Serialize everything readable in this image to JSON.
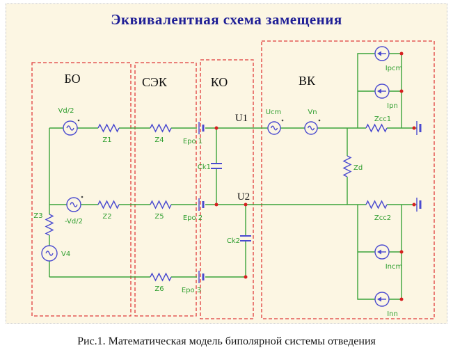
{
  "figure": {
    "title": "Эквивалентная схема замещения",
    "caption": "Рис.1. Математическая модель биполярной системы отведения"
  },
  "blocks": {
    "bo": "БО",
    "sek": "СЭК",
    "ko": "КО",
    "vk": "ВК"
  },
  "nodes": {
    "u1": "U1",
    "u2": "U2"
  },
  "components": {
    "vd2": "Vd/2",
    "neg_vd2": "-Vd/2",
    "v4": "V4",
    "z1": "Z1",
    "z2": "Z2",
    "z3": "Z3",
    "z4": "Z4",
    "z5": "Z5",
    "z6": "Z6",
    "epo1": "Epo 1",
    "epo2": "Epo 2",
    "epo3": "Epo 3",
    "ck1": "Ck1",
    "ck2": "Ck2",
    "ucm": "Ucm",
    "vn": "Vn",
    "zcc1": "Zcc1",
    "zcc2": "Zcc2",
    "zd": "Zd",
    "ipcm": "Ipcm",
    "ipn": "Ipn",
    "incm": "Incm",
    "inn": "Inn"
  },
  "colors": {
    "background": "#fcf6e3",
    "wire_green": "#3aa33a",
    "component_blue": "#4a4ad0",
    "block_border_red": "#e03a3a",
    "junction_dot_red": "#d62020",
    "label_green": "#2f9e2f",
    "title_blue": "#1f1f96"
  }
}
